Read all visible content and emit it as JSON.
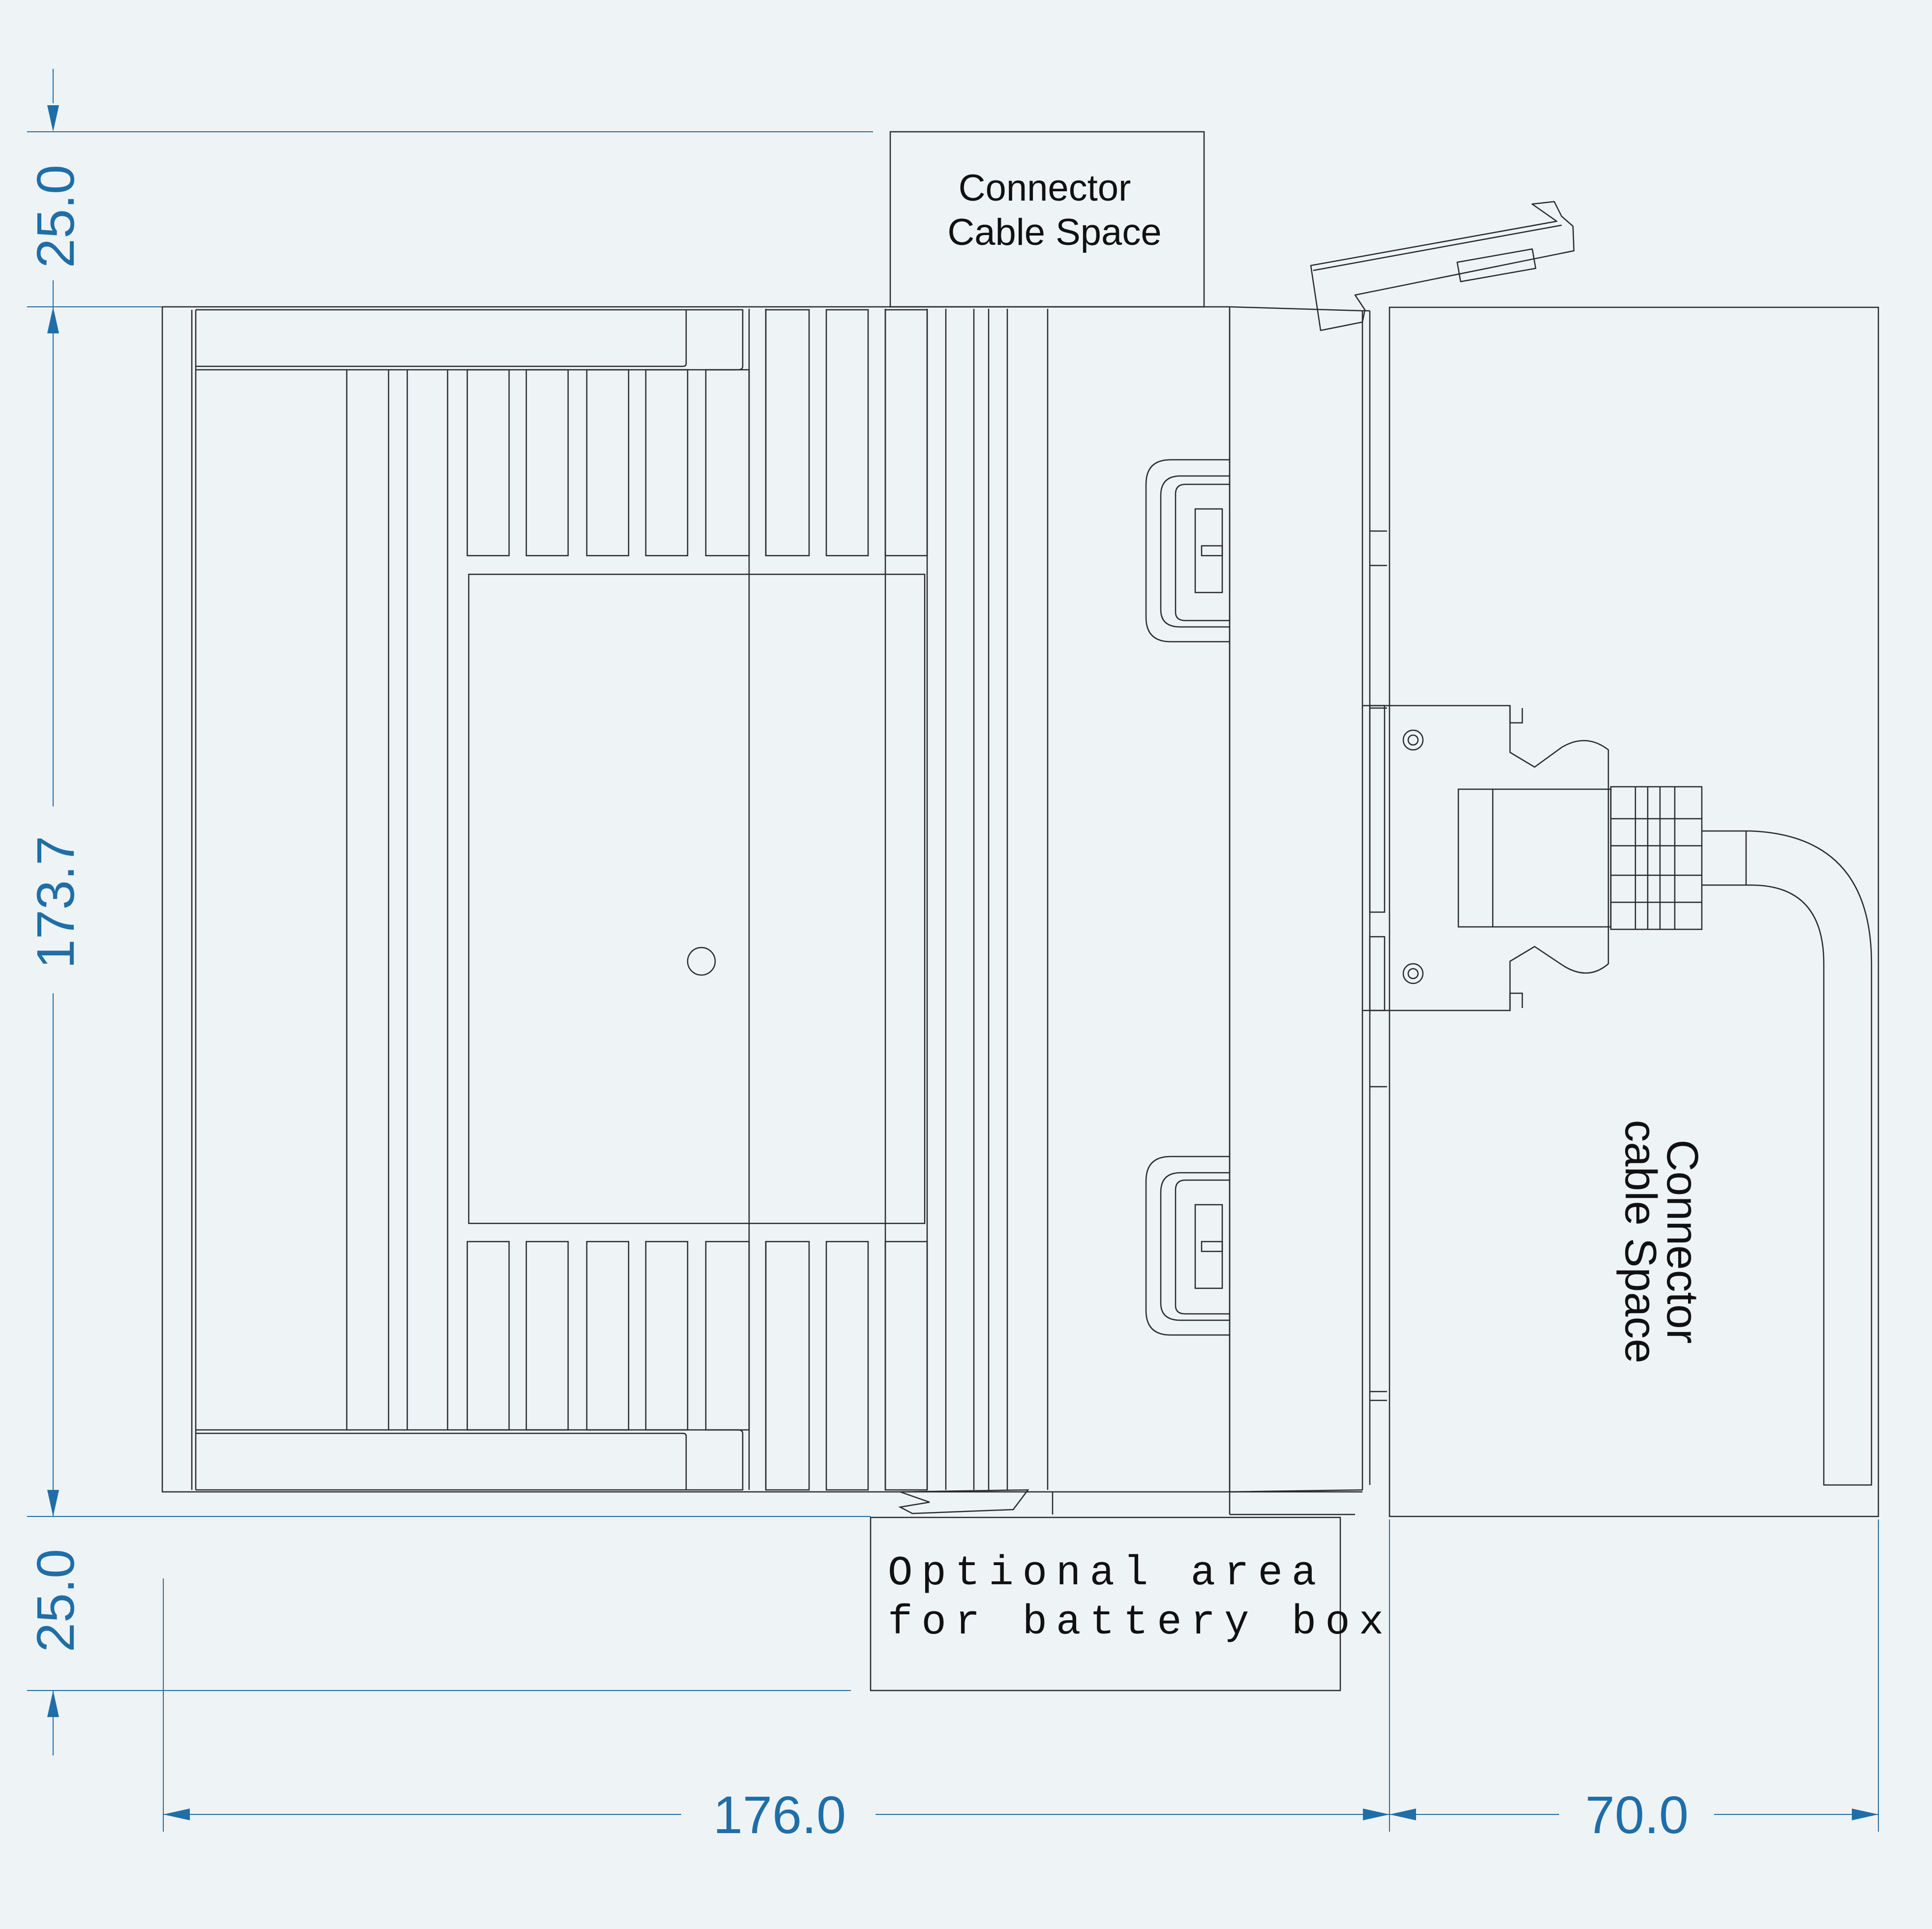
{
  "dimensions": {
    "top_clearance": "25.0",
    "height": "173.7",
    "bottom_clearance": "25.0",
    "width": "176.0",
    "side_clearance": "70.0"
  },
  "labels": {
    "top_space_line1": "Connector",
    "top_space_line2": "Cable Space",
    "side_space_line1": "Connector",
    "side_space_line2": "cable Space",
    "battery_line1": "Optional area",
    "battery_line2": "for battery box"
  },
  "colors": {
    "dimension": "#1f6ea8",
    "outline": "#2a2a2a",
    "background": "#eef3f6"
  }
}
